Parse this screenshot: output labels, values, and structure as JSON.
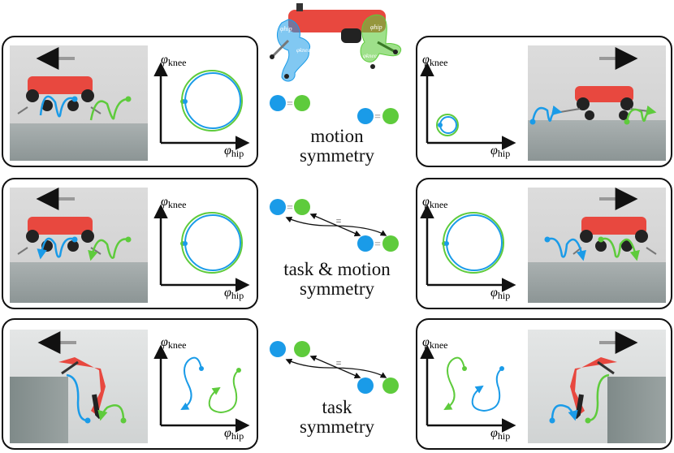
{
  "figure": {
    "colors": {
      "blue": "#1a9be8",
      "green": "#5ecb3c",
      "robot_red": "#e8483f",
      "dark": "#111111",
      "arrow_gray": "#999999"
    },
    "axis_labels": {
      "y_symbol": "φ",
      "y_sub": "knee",
      "x_symbol": "φ",
      "x_sub": "hip"
    },
    "header_robot": {
      "left_leg_labels": [
        "φhip",
        "φknee"
      ],
      "right_leg_labels": [
        "φhip",
        "φknee"
      ]
    },
    "rows": [
      {
        "name": "motion-symmetry",
        "label_line1": "motion",
        "label_line2": "symmetry",
        "left": {
          "direction": "left",
          "scene": "flat-ground-trot",
          "trajectory": "large-loop"
        },
        "right": {
          "direction": "right",
          "scene": "flat-ground-crouch",
          "trajectory": "small-loop"
        },
        "glyph": {
          "top_equal": "=",
          "bottom_equal": "=",
          "cross_equal": ""
        }
      },
      {
        "name": "task-motion-symmetry",
        "label_line1": "task & motion",
        "label_line2": "symmetry",
        "left": {
          "direction": "left",
          "scene": "flat-ground-trot",
          "trajectory": "large-loop"
        },
        "right": {
          "direction": "right",
          "scene": "flat-ground-trot",
          "trajectory": "large-loop"
        },
        "glyph": {
          "top_equal": "=",
          "bottom_equal": "=",
          "cross_equal": "="
        }
      },
      {
        "name": "task-symmetry",
        "label_line1": "task",
        "label_line2": "symmetry",
        "left": {
          "direction": "left",
          "scene": "box-climb",
          "trajectory": "s-curves"
        },
        "right": {
          "direction": "right",
          "scene": "box-climb",
          "trajectory": "s-curves-mirrored"
        },
        "glyph": {
          "top_equal": "",
          "bottom_equal": "",
          "cross_equal": "="
        }
      }
    ]
  }
}
